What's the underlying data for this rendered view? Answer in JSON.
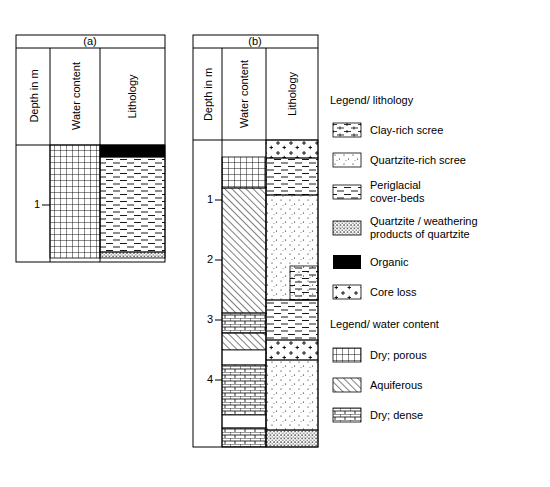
{
  "diagram": {
    "labels": [
      "(a)",
      "Depth in m",
      "Water content",
      "Lithology",
      "1",
      "(b)",
      "Depth in m",
      "Water content",
      "Lithology",
      "1",
      "2",
      "3",
      "4",
      "Legend/ lithology",
      "Legend/ water content"
    ],
    "legend": [
      {
        "text": "Clay-rich scree"
      },
      {
        "text": "Quartzite-rich scree"
      },
      {
        "text": "Periglacial cover-beds"
      },
      {
        "text": "Quartzite / weathering products of quartzite"
      },
      {
        "text": "Organic",
        "color": "#000000"
      },
      {
        "text": "Core loss"
      },
      {
        "text": "Dry; porous"
      },
      {
        "text": "Aquiferous"
      },
      {
        "text": "Dry; dense"
      }
    ]
  }
}
